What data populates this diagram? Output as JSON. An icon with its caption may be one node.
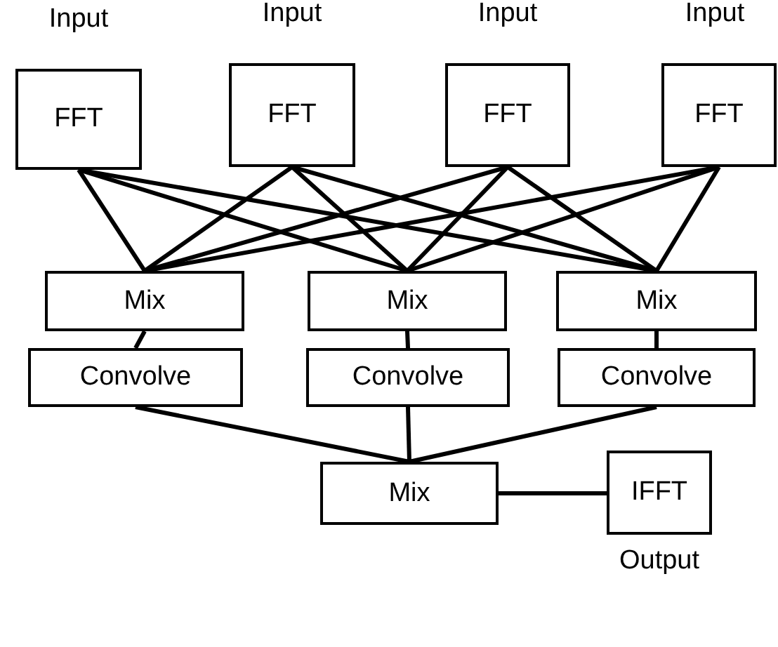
{
  "diagram": {
    "nodes": [
      {
        "text": [
          "FFT"
        ],
        "beside": [
          "Input"
        ]
      },
      {
        "text": [
          "FFT"
        ],
        "beside": [
          "Input"
        ]
      },
      {
        "text": [
          "FFT"
        ],
        "beside": [
          "Input"
        ]
      },
      {
        "text": [
          "FFT"
        ],
        "beside": [
          "Input"
        ]
      },
      {
        "text": [
          "Mix"
        ]
      },
      {
        "text": [
          "Mix"
        ]
      },
      {
        "text": [
          "Mix"
        ]
      },
      {
        "text": [
          "Convolve"
        ]
      },
      {
        "text": [
          "Convolve"
        ]
      },
      {
        "text": [
          "Convolve"
        ]
      },
      {
        "text": [
          "Mix"
        ]
      },
      {
        "text": [
          "IFFT"
        ],
        "beside": [
          "Output"
        ]
      }
    ],
    "edges": [
      {
        "from": 0,
        "to": 4,
        "arrow": "none"
      },
      {
        "from": 0,
        "to": 5,
        "arrow": "none"
      },
      {
        "from": 0,
        "to": 6,
        "arrow": "none"
      },
      {
        "from": 1,
        "to": 4,
        "arrow": "none"
      },
      {
        "from": 1,
        "to": 5,
        "arrow": "none"
      },
      {
        "from": 1,
        "to": 6,
        "arrow": "none"
      },
      {
        "from": 2,
        "to": 4,
        "arrow": "none"
      },
      {
        "from": 2,
        "to": 5,
        "arrow": "none"
      },
      {
        "from": 2,
        "to": 6,
        "arrow": "none"
      },
      {
        "from": 3,
        "to": 4,
        "arrow": "none"
      },
      {
        "from": 3,
        "to": 5,
        "arrow": "none"
      },
      {
        "from": 3,
        "to": 6,
        "arrow": "none"
      },
      {
        "from": 4,
        "to": 7,
        "arrow": "none"
      },
      {
        "from": 5,
        "to": 8,
        "arrow": "none"
      },
      {
        "from": 6,
        "to": 9,
        "arrow": "none"
      },
      {
        "from": 7,
        "to": 10,
        "arrow": "none"
      },
      {
        "from": 8,
        "to": 10,
        "arrow": "none"
      },
      {
        "from": 9,
        "to": 10,
        "arrow": "none"
      },
      {
        "from": 10,
        "to": 11,
        "arrow": "none"
      }
    ]
  }
}
